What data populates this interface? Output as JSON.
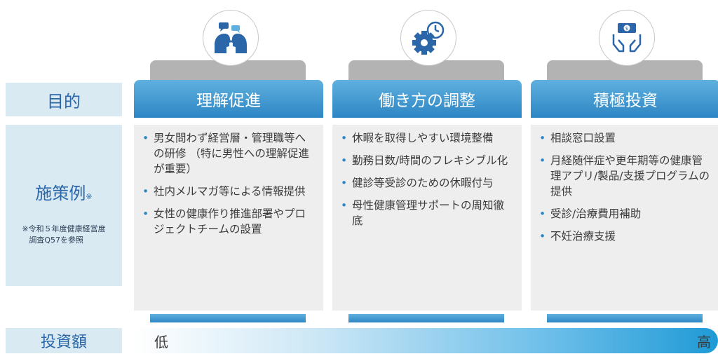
{
  "labels": {
    "purpose": "目的",
    "measures": "施策例",
    "measures_mark": "※",
    "measures_note_line1": "※令和５年度健康経営度",
    "measures_note_line2": "調査Q57を参照",
    "investment": "投資額"
  },
  "columns": [
    {
      "title": "理解促進",
      "icon": "two-people-talking-icon",
      "items": [
        "男女問わず経営層・管理職等への研修 （特に男性への理解促進が重要）",
        "社内メルマガ等による情報提供",
        "女性の健康作り推進部署やプロジェクトチームの設置"
      ]
    },
    {
      "title": "働き方の調整",
      "icon": "gear-clock-icon",
      "items": [
        "休暇を取得しやすい環境整備",
        "勤務日数/時間のフレキシブル化",
        "健診等受診のための休暇付与",
        "母性健康管理サポートの周知徹底"
      ]
    },
    {
      "title": "積極投資",
      "icon": "hands-money-icon",
      "items": [
        "相談窓口設置",
        "月経随伴症や更年期等の健康管理アプリ/製品/支援プログラムの提供",
        "受診/治療費用補助",
        "不妊治療支援"
      ]
    }
  ],
  "scale": {
    "low": "低",
    "high": "高"
  },
  "colors": {
    "accent": "#2d86c4",
    "label_bg": "#d9eaf3",
    "label_text": "#2b67a8",
    "body_bg": "#eeeeee"
  }
}
